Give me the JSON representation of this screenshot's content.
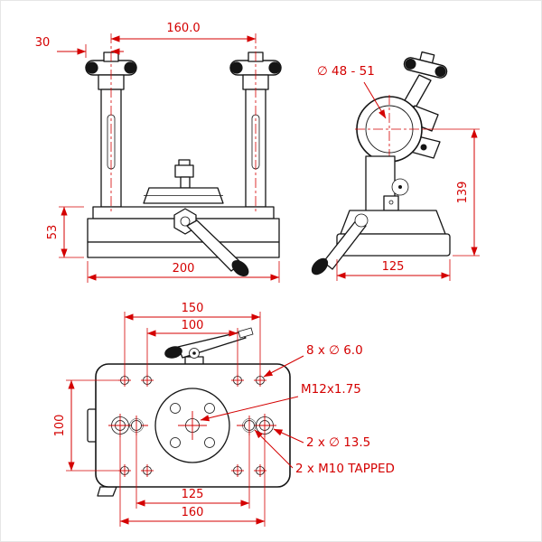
{
  "drawing": {
    "colors": {
      "dimension": "#d40000",
      "outline": "#151515",
      "background": "#ffffff"
    },
    "front_view": {
      "dim_handle_span": "160.0",
      "dim_handle_offset": "30",
      "dim_base_height": "53",
      "dim_base_width": "200"
    },
    "side_view": {
      "label_clamp_range": "∅ 48 - 51",
      "dim_overall_height": "139",
      "dim_base_depth": "125"
    },
    "plan_view": {
      "dim_hole_span_outer": "150",
      "dim_hole_span_inner": "100",
      "dim_hole_rows": "100",
      "dim_bottom_inner": "125",
      "dim_bottom_outer": "160",
      "label_small_holes": "8 x ∅ 6.0",
      "label_center_tap": "M12x1.75",
      "label_through_holes": "2 x ∅ 13.5",
      "label_tapped_holes": "2 x M10 TAPPED"
    }
  }
}
